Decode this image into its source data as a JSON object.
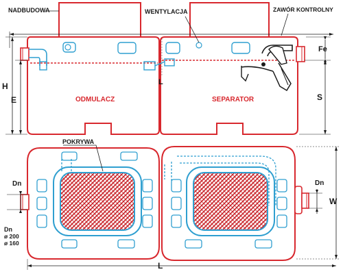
{
  "labels": {
    "nadbudowa": "NADBUDOWA",
    "wentylacja": "WENTYLACJA",
    "zawor": "ZAWÓR KONTROLNY",
    "fe": "Fe",
    "h": "H",
    "e": "E",
    "s": "S",
    "odmulacz": "ODMULACZ",
    "separator": "SEPARATOR",
    "pokrywa": "POKRYWA",
    "dn_left": "Dn",
    "dn_right": "Dn",
    "w": "W",
    "l_top": "L",
    "l_bottom": "L",
    "dn_sizes_title": "Dn",
    "dn_size_1": "ø 200",
    "dn_size_2": "ø 160"
  },
  "colors": {
    "outline": "#d8282e",
    "pipe": "#2f9fd0",
    "hatch": "#c9262c",
    "dim": "#1a1a1a"
  }
}
